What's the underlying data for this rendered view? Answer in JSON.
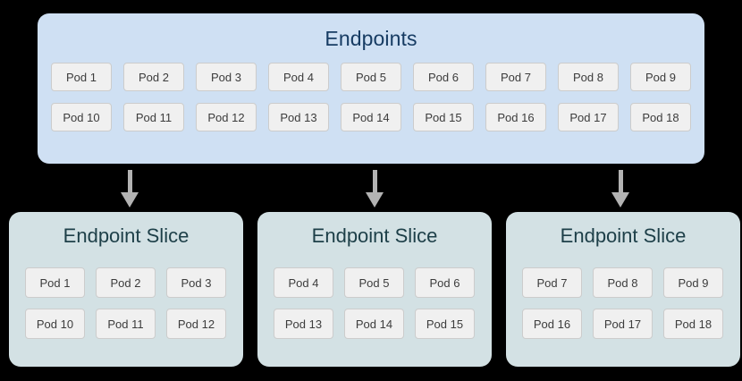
{
  "diagram": {
    "background_color": "#000000",
    "endpoints": {
      "title": "Endpoints",
      "panel_color": "#cfe0f3",
      "title_color": "#173c63",
      "rows": [
        [
          "Pod 1",
          "Pod 2",
          "Pod 3",
          "Pod 4",
          "Pod 5",
          "Pod 6",
          "Pod 7",
          "Pod 8",
          "Pod 9"
        ],
        [
          "Pod 10",
          "Pod 11",
          "Pod 12",
          "Pod 13",
          "Pod 14",
          "Pod 15",
          "Pod 16",
          "Pod 17",
          "Pod 18"
        ]
      ]
    },
    "arrows": [
      {
        "name": "arrow-to-slice-1",
        "direction": "down",
        "color": "#b3b3b3"
      },
      {
        "name": "arrow-to-slice-2",
        "direction": "down",
        "color": "#b3b3b3"
      },
      {
        "name": "arrow-to-slice-3",
        "direction": "down",
        "color": "#b3b3b3"
      }
    ],
    "slices": [
      {
        "title": "Endpoint Slice",
        "rows": [
          [
            "Pod 1",
            "Pod 2",
            "Pod 3"
          ],
          [
            "Pod 10",
            "Pod 11",
            "Pod 12"
          ]
        ]
      },
      {
        "title": "Endpoint Slice",
        "rows": [
          [
            "Pod 4",
            "Pod 5",
            "Pod 6"
          ],
          [
            "Pod 13",
            "Pod 14",
            "Pod 15"
          ]
        ]
      },
      {
        "title": "Endpoint Slice",
        "rows": [
          [
            "Pod 7",
            "Pod 8",
            "Pod 9"
          ],
          [
            "Pod 16",
            "Pod 17",
            "Pod 18"
          ]
        ]
      }
    ],
    "slice_panel_color": "#d3e1e4",
    "slice_title_color": "#1d3f48",
    "chip_color": "#f0f0f0",
    "chip_border_color": "#cccccc",
    "chip_text_color": "#3c3c3c"
  }
}
